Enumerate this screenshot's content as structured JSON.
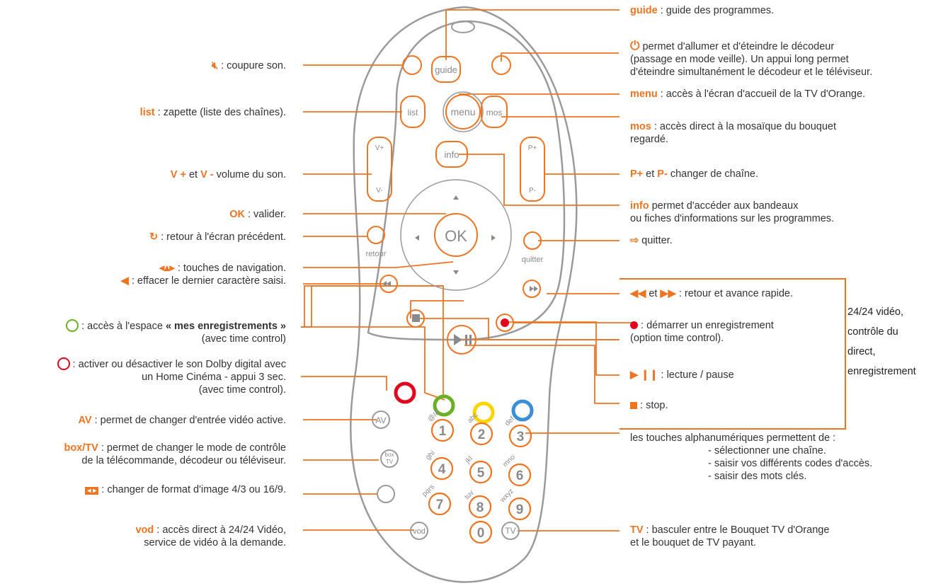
{
  "colors": {
    "accent": "#ee7422",
    "outline": "#9a9a9a",
    "red": "#e3051b",
    "green": "#6ab023",
    "yellow": "#ffd500",
    "blue": "#3a8fd6"
  },
  "remote": {
    "keys": {
      "guide": "guide",
      "list": "list",
      "menu": "menu",
      "mos": "mos",
      "info": "info",
      "vplus": "V+",
      "vminus": "V-",
      "pplus": "P+",
      "pminus": "P-",
      "ok": "OK",
      "retour": "retour",
      "quitter": "quitter",
      "av": "AV",
      "box": "box",
      "tv_small": "TV",
      "vod": "vod",
      "tv": "TV",
      "digits": [
        "1",
        "2",
        "3",
        "4",
        "5",
        "6",
        "7",
        "8",
        "9",
        "0"
      ],
      "letters": [
        "@/&",
        "abc",
        "def",
        "ghi",
        "jkl",
        "mno",
        "pqrs",
        "tuv",
        "wxyz"
      ]
    }
  },
  "left": {
    "mute": {
      "text": " : coupure son."
    },
    "list": {
      "key": "list",
      "text": " : zapette (liste des chaînes)."
    },
    "volume": {
      "k1": "V +",
      "mid": " et ",
      "k2": "V -",
      "text": " volume du son."
    },
    "ok": {
      "key": "OK",
      "text": " : valider."
    },
    "retour": {
      "text": " : retour à l'écran précédent."
    },
    "nav": {
      "line1": " : touches de navigation.",
      "line2": " : effacer le dernier caractère saisi."
    },
    "green": {
      "line1a": " : accès à l'espace ",
      "line1b": "« mes enregistrements »",
      "line2": "(avec time control)"
    },
    "red": {
      "line1": " : activer ou désactiver le son Dolby digital avec",
      "line2": "un Home Cinéma - appui 3 sec.",
      "line3": "(avec time control)."
    },
    "av": {
      "key": "AV",
      "text": " : permet de changer d'entrée vidéo active."
    },
    "box": {
      "key": "box/TV",
      "line1": " : permet de changer le mode de contrôle",
      "line2": "de la télécommande, décodeur ou téléviseur."
    },
    "format": {
      "text": " : changer de format d'image 4/3 ou 16/9."
    },
    "vod": {
      "key": "vod",
      "line1": " : accès direct à 24/24 Vidéo,",
      "line2": "service de vidéo à la demande."
    }
  },
  "right": {
    "guide": {
      "key": "guide",
      "text": " : guide des programmes."
    },
    "power": {
      "line1": " permet d'allumer et d'éteindre le décodeur",
      "line2": "(passage en mode veille). Un appui long permet",
      "line3": "d'éteindre simultanément le décodeur et le téléviseur."
    },
    "menu": {
      "key": "menu",
      "text": " : accès à l'écran d'accueil de la TV d'Orange."
    },
    "mos": {
      "key": "mos",
      "line1": " : accès direct à la mosaïque du bouquet",
      "line2": "regardé."
    },
    "channel": {
      "k1": "P+",
      "mid": " et ",
      "k2": "P-",
      "text": " changer de chaîne."
    },
    "info": {
      "key": "info",
      "line1": " permet d'accéder aux bandeaux",
      "line2": "ou fiches d'informations sur les programmes."
    },
    "quit": {
      "text": " quitter."
    },
    "rewind": {
      "mid": " et ",
      "text": " : retour et avance rapide."
    },
    "record": {
      "line1": " : démarrer un enregistrement",
      "line2": "(option time control)."
    },
    "play": {
      "text": " : lecture / pause"
    },
    "stop": {
      "text": " : stop."
    },
    "side": [
      "24/24 vidéo,",
      "contrôle du",
      "direct,",
      "enregistrement"
    ],
    "alpha": {
      "line1": "les touches alphanumériques permettent de :",
      "line2": "- sélectionner une chaîne.",
      "line3": "- saisir vos différents codes d'accès.",
      "line4": "- saisir des mots clés."
    },
    "tv": {
      "key": "TV",
      "line1": " : basculer entre le Bouquet TV d'Orange",
      "line2": "et le bouquet de TV payant."
    }
  }
}
